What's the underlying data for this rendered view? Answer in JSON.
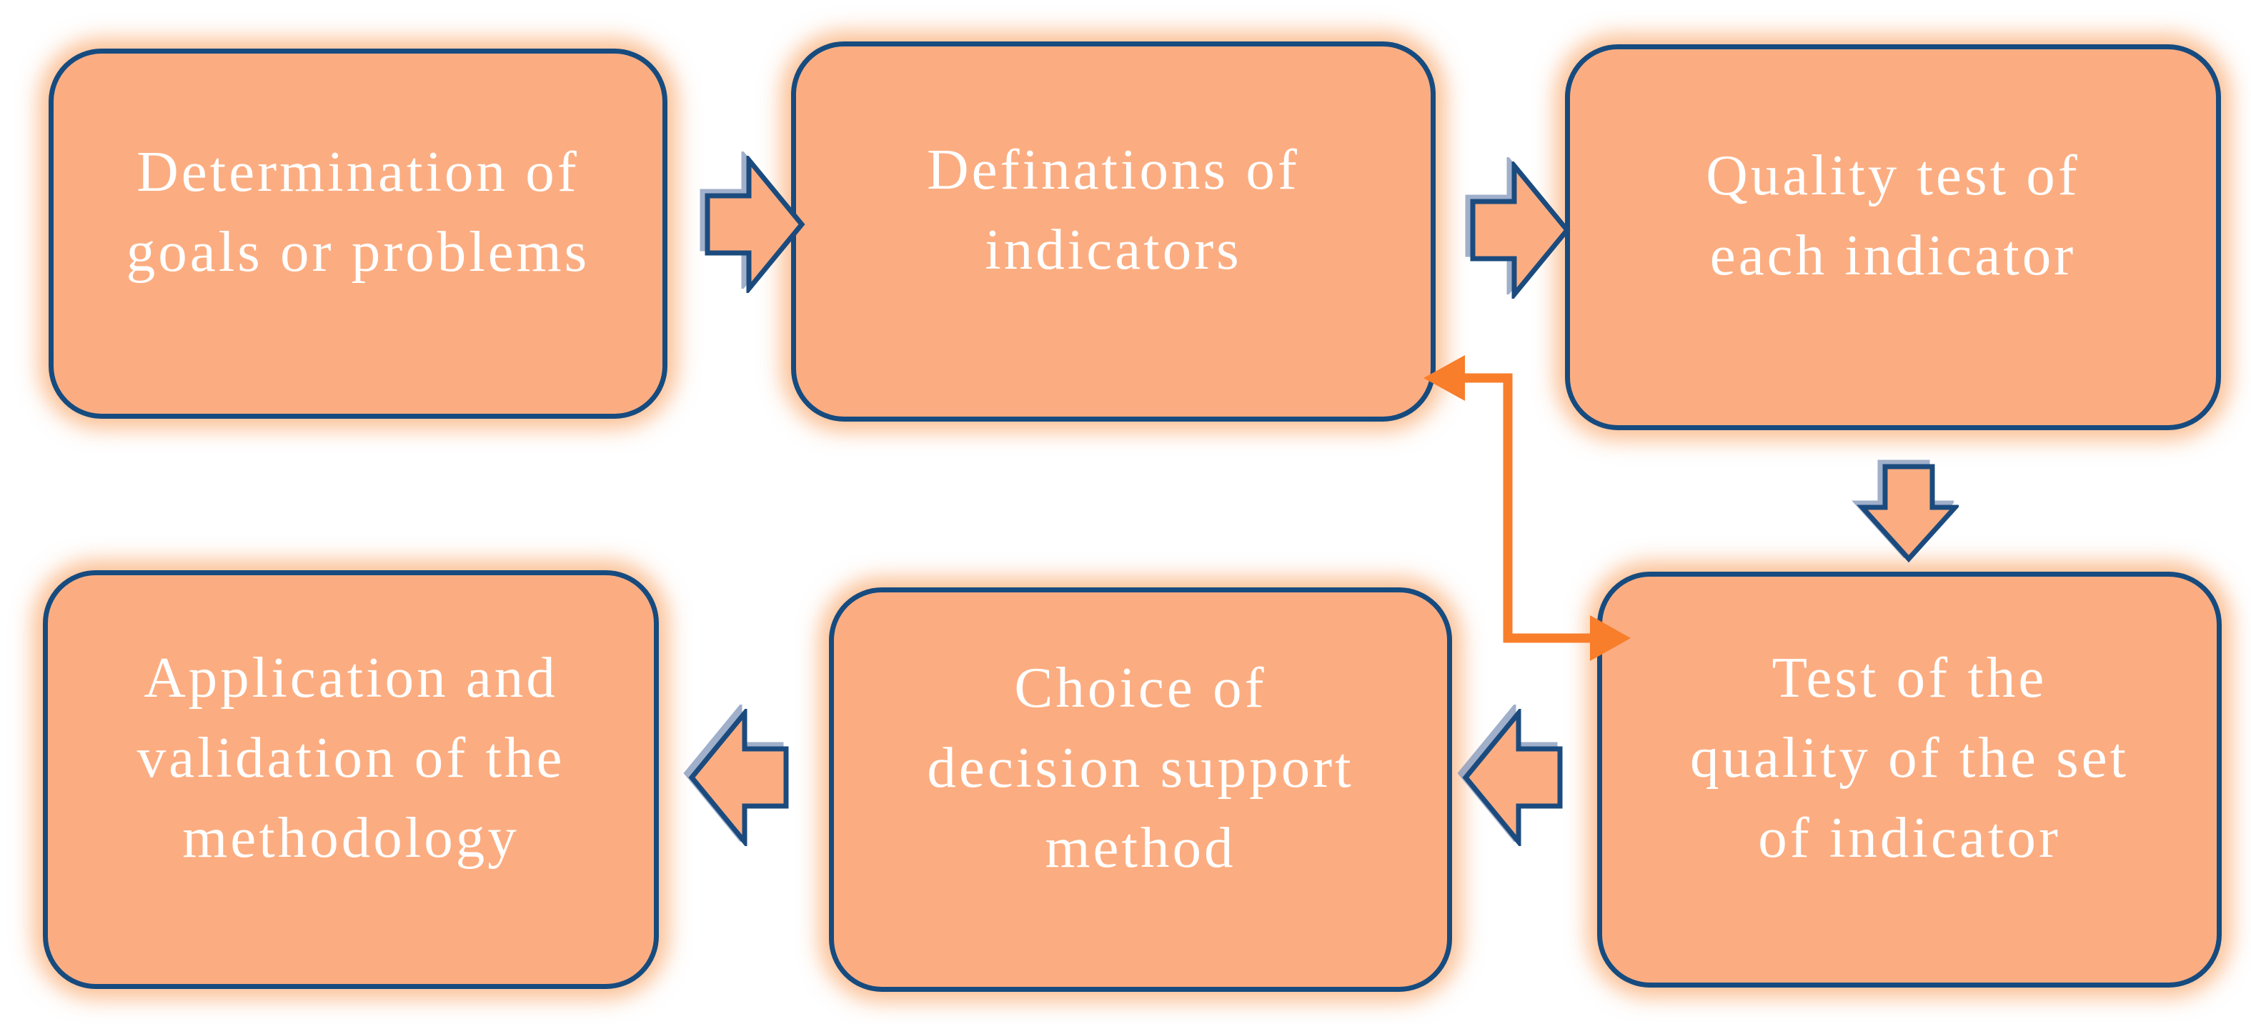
{
  "figure": {
    "type": "flowchart",
    "background": "#FFFFFF",
    "colors": {
      "box_fill": "#FBAD81",
      "box_border": "#164B7F",
      "box_glow": "#F88C3E",
      "arrow_fill": "#FBAD81",
      "arrow_border": "#1B4B7E",
      "arrow_shadow": "#8094B8",
      "feedback_line": "#F87E2B",
      "text": "#FFFFFF"
    },
    "boxes": [
      {
        "id": "goals",
        "lines": [
          "Determination of",
          "goals or problems"
        ]
      },
      {
        "id": "definations",
        "lines": [
          "Definations of",
          "indicators"
        ]
      },
      {
        "id": "quality-test",
        "lines": [
          "Quality test of",
          "each indicator"
        ]
      },
      {
        "id": "set-test",
        "lines": [
          "Test of the",
          "quality of the set",
          "of indicator"
        ]
      },
      {
        "id": "method-choice",
        "lines": [
          "Choice of",
          "decision support",
          "method"
        ]
      },
      {
        "id": "application",
        "lines": [
          "Application and",
          "validation of the",
          "methodology"
        ]
      }
    ],
    "connectors": [
      {
        "from": "goals",
        "to": "definations",
        "style": "block-arrow-right"
      },
      {
        "from": "definations",
        "to": "quality-test",
        "style": "block-arrow-right"
      },
      {
        "from": "quality-test",
        "to": "set-test",
        "style": "block-arrow-down"
      },
      {
        "from": "set-test",
        "to": "method-choice",
        "style": "block-arrow-left"
      },
      {
        "from": "method-choice",
        "to": "application",
        "style": "block-arrow-left"
      },
      {
        "from": "set-test",
        "to": "definations",
        "style": "elbow-double-arrow-orange"
      }
    ]
  }
}
